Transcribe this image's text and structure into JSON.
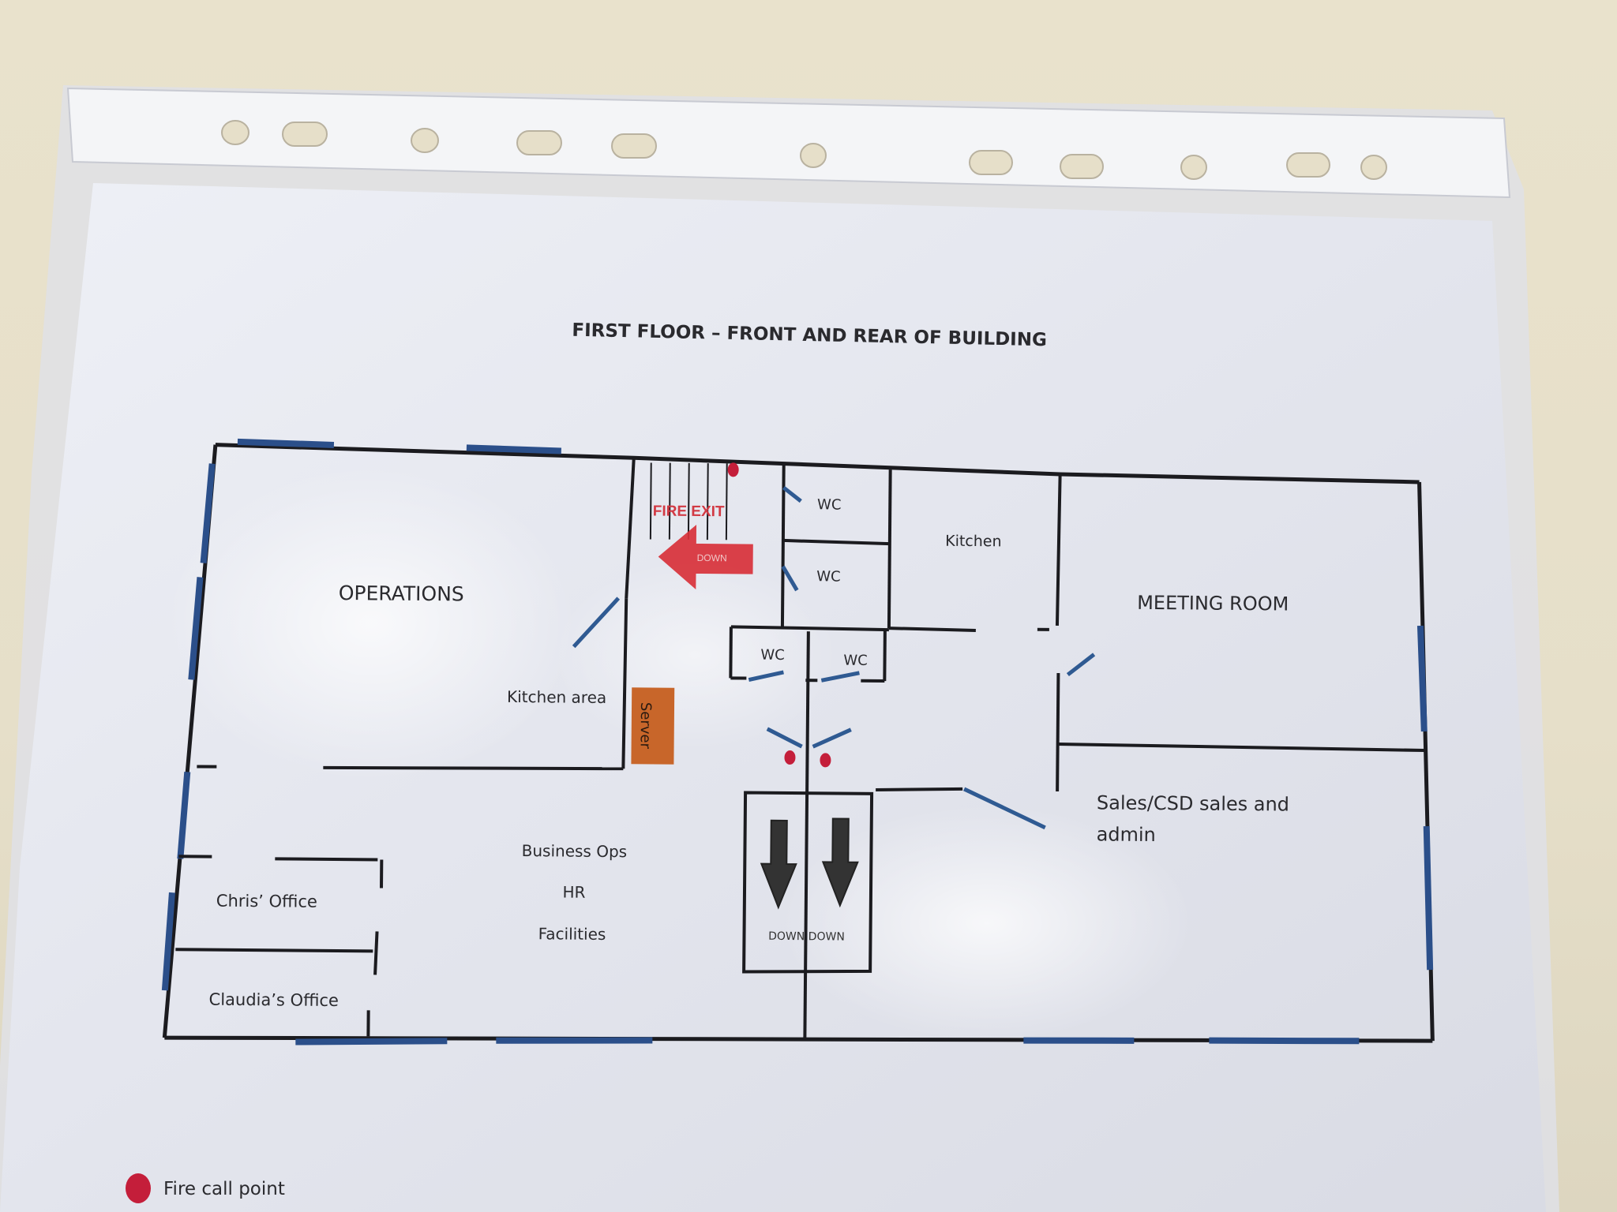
{
  "plan": {
    "title": "FIRST FLOOR – FRONT AND REAR OF BUILDING",
    "fire_exit": {
      "label": "FIRE EXIT",
      "arrow_text": "DOWN"
    },
    "rooms": {
      "operations": "OPERATIONS",
      "kitchen_area": "Kitchen area",
      "server": "Server",
      "wc_1": "WC",
      "wc_2": "WC",
      "wc_3": "WC",
      "wc_4": "WC",
      "kitchen": "Kitchen",
      "meeting_room": "MEETING ROOM",
      "sales_line1": "Sales/CSD sales and",
      "sales_line2": "admin",
      "business_ops": "Business Ops",
      "hr": "HR",
      "facilities": "Facilities",
      "chris_office": "Chris’ Office",
      "claudia_office": "Claudia’s Office"
    },
    "stairs_label": "DOWN DOWN",
    "legend": {
      "fire_call_point": "Fire call point"
    }
  },
  "colors": {
    "wall": "#1b1b1f",
    "window": "#2b4f8a",
    "door": "#2f5a92",
    "fire_exit_red": "#d8313a",
    "server_orange": "#c8662a",
    "call_point_red": "#c41e3a"
  }
}
